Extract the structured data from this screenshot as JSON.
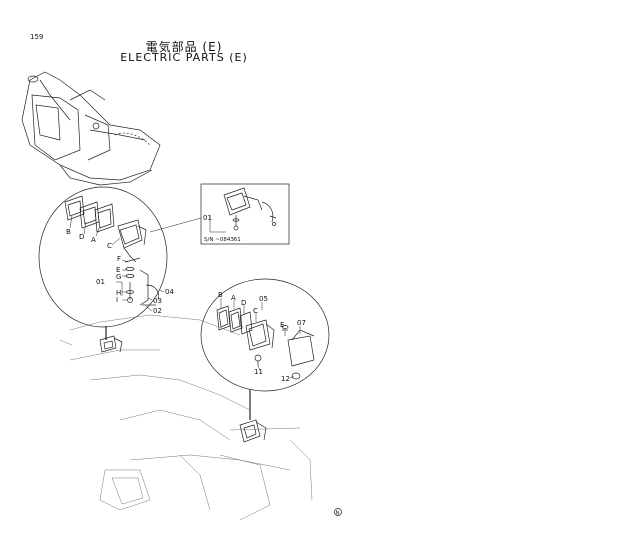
{
  "page_number": "159",
  "title_japanese": "電気部品 (E)",
  "title_english": "ELECTRIC PARTS (E)",
  "serial_note": "S/N  ~084361",
  "footer_mark": "N",
  "callouts": {
    "left_group": {
      "b": "B",
      "d": "D",
      "a": "A",
      "c": "C",
      "f": "F",
      "e": "E",
      "g": "G",
      "h": "H",
      "i": "I",
      "p01": "01",
      "p02": "02",
      "p03": "03",
      "p04": "04"
    },
    "inset": {
      "p01": "01"
    },
    "right_group": {
      "b": "B",
      "a": "A",
      "d": "D",
      "c": "C",
      "e": "E",
      "p05": "05",
      "p07": "07",
      "p11": "11",
      "p12": "12"
    }
  }
}
